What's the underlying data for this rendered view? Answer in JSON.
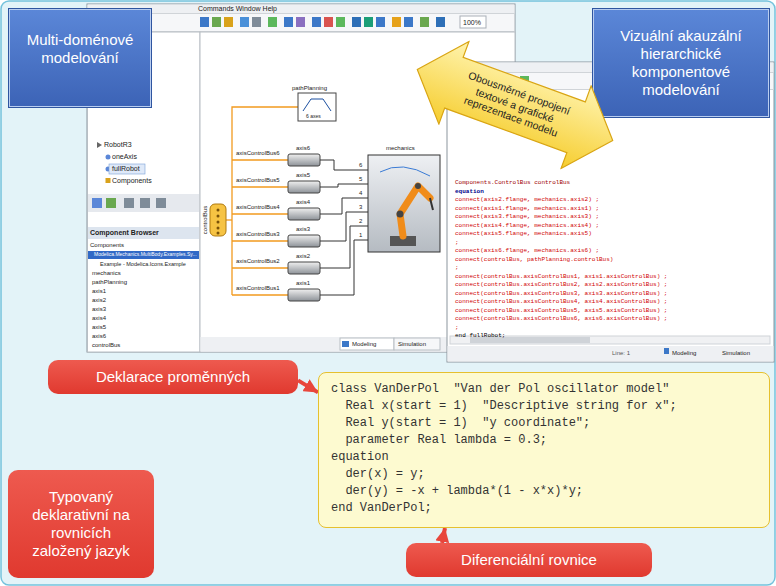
{
  "diagram": {
    "nodes": [
      {
        "text": [
          "Multi-doménové modelování"
        ]
      },
      {
        "text": [
          "Vizuální akauzální hierarchické komponentové modelování"
        ]
      },
      {
        "text": [
          "Obousměrné propojení textové a grafické reprezentace modelu"
        ]
      },
      {
        "text": [
          "Deklarace proměnných"
        ]
      },
      {
        "text": [
          "Typovaný deklarativní na rovnicích založený jazyk"
        ]
      },
      {
        "text": [
          "class VanDerPol  \"Van der Pol oscillator model\"",
          "  Real x(start = 1)  \"Descriptive string for x\";",
          "  Real y(start = 1)  \"y coordinate\";",
          "  parameter Real lambda = 0.3;",
          "equation",
          "  der(x) = y;",
          "  der(y) = -x + lambda*(1 - x*x)*y;",
          "end VanDerPol;"
        ]
      },
      {
        "text": [
          "Diferenciální rovnice"
        ]
      }
    ],
    "edges": [
      {
        "from": 3,
        "to": 5,
        "arrow": "to"
      },
      {
        "from": 6,
        "to": 5,
        "arrow": "to"
      }
    ],
    "labels": [
      "Commands Window Help",
      "100%",
      "RobotR3",
      "oneAxis",
      "fullRobot",
      "Components",
      "Component Browser",
      "Components",
      "Modelica.Mechanics.MultiBody.Examples.Sy...",
      "Example - Modelica.Icons.Example",
      "mechanics",
      "pathPlanning",
      "axis1",
      "axis2",
      "axis3",
      "axis4",
      "axis5",
      "axis6",
      "controlBus",
      "pathPlanning",
      "6 axes",
      "axis6",
      "axis5",
      "axis4",
      "axis3",
      "axis2",
      "axis1",
      "axisControlBus6",
      "axisControlBus5",
      "axisControlBus4",
      "axisControlBus3",
      "axisControlBus2",
      "axisControlBus1",
      "controlBus",
      "mechanics",
      "6",
      "5",
      "4",
      "3",
      "2",
      "1",
      "Modeling",
      "Simulation",
      "Components.ControlBus controlBus",
      "equation",
      "connect(axis2.flange, mechanics.axis2) ;",
      "connect(axis1.flange, mechanics.axis1) ;",
      "connect(axis3.flange, mechanics.axis3) ;",
      "connect(axis4.flange, mechanics.axis4) ;",
      "connect(axis5.flange, mechanics.axis5)",
      ";",
      "connect(axis6.flange, mechanics.axis6) ;",
      "connect(controlBus, pathPlanning.controlBus)",
      ";",
      "connect(controlBus.axisControlBus1, axis1.axisControlBus) ;",
      "connect(controlBus.axisControlBus2, axis2.axisControlBus) ;",
      "connect(controlBus.axisControlBus3, axis3.axisControlBus) ;",
      "connect(controlBus.axisControlBus4, axis4.axisControlBus) ;",
      "connect(controlBus.axisControlBus5, axis5.axisControlBus) ;",
      "connect(controlBus.axisControlBus6, axis6.axisControlBus) ;",
      ";",
      "end fullRobot;",
      "Line: 1",
      "Modeling",
      "Simulation"
    ]
  }
}
